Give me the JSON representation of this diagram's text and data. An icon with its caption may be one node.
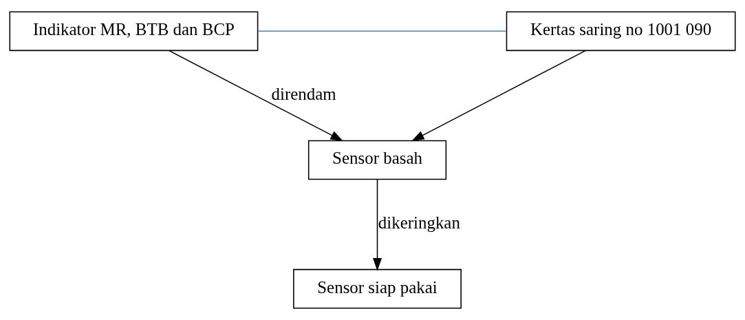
{
  "diagram": {
    "nodes": [
      {
        "text": [
          "Indikator MR, BTB dan BCP"
        ]
      },
      {
        "text": [
          "Kertas saring no 1001 090"
        ]
      },
      {
        "text": [
          "Sensor basah"
        ]
      },
      {
        "text": [
          "Sensor siap pakai"
        ]
      }
    ],
    "edges": [
      {
        "from": 0,
        "to": 1,
        "arrow": "none",
        "color": "#4f81bd"
      },
      {
        "from": 0,
        "to": 2,
        "arrow": "to",
        "label": "direndam"
      },
      {
        "from": 1,
        "to": 2,
        "arrow": "to"
      },
      {
        "from": 2,
        "to": 3,
        "arrow": "to",
        "label": "dikeringkan"
      }
    ]
  }
}
